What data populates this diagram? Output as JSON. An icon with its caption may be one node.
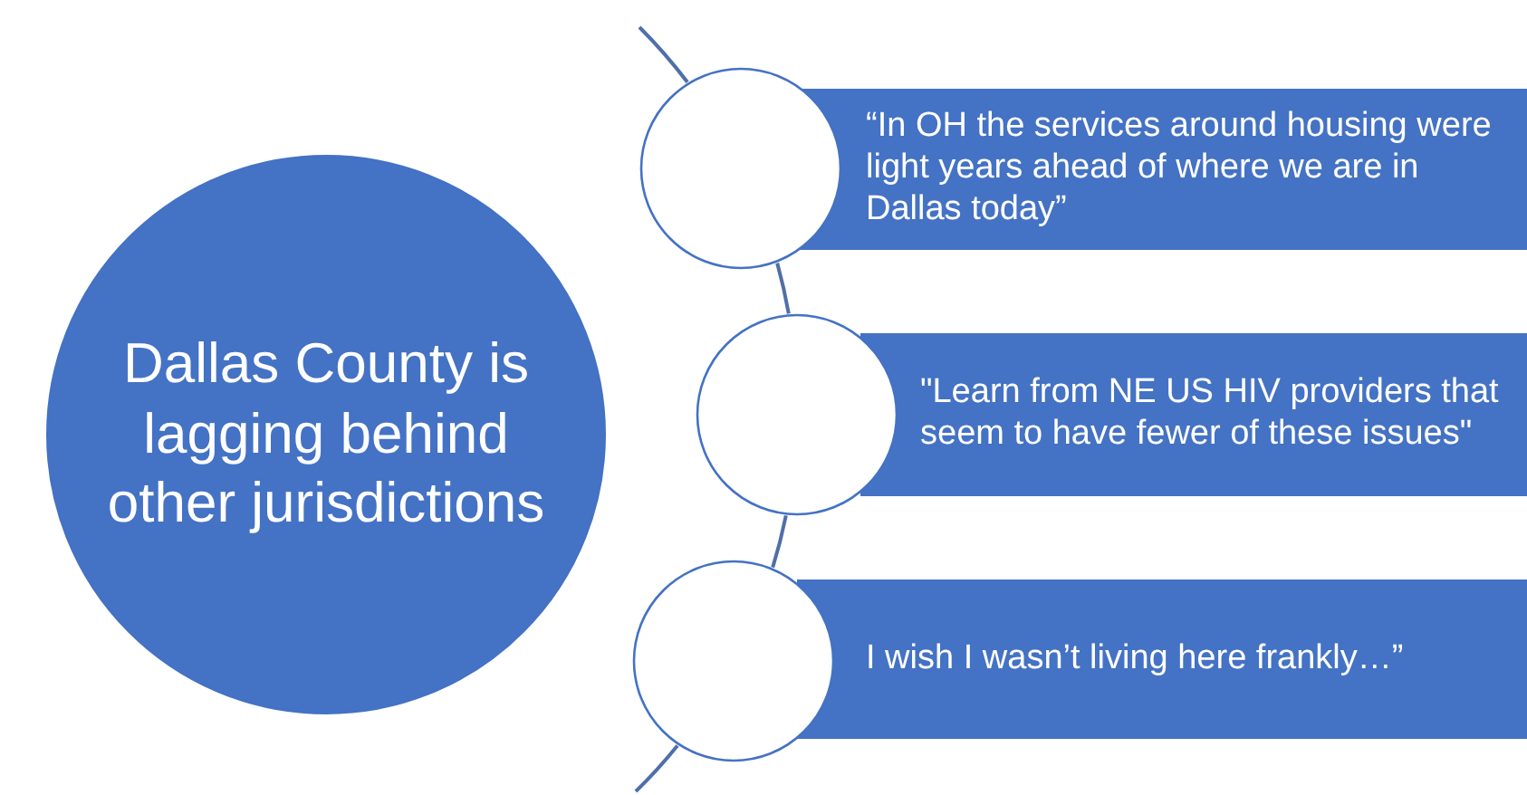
{
  "diagram": {
    "nodes": [
      {
        "text": [
          "Dallas County is lagging behind other jurisdictions"
        ]
      },
      {
        "text": [],
        "shape": "circle"
      },
      {
        "text": [
          "“In OH the services around housing were light years ahead of where we are in Dallas today”"
        ]
      },
      {
        "text": [],
        "shape": "circle"
      },
      {
        "text": [
          "\"Learn from NE US HIV providers that seem to have fewer of these issues\""
        ]
      },
      {
        "text": [],
        "shape": "circle"
      },
      {
        "text": [
          "I wish I wasn’t living here frankly…”"
        ]
      }
    ],
    "edges": [
      {
        "from": null,
        "to": 1,
        "arrow": "none"
      },
      {
        "from": 1,
        "to": 3,
        "arrow": "none"
      },
      {
        "from": 3,
        "to": 5,
        "arrow": "none"
      },
      {
        "from": 5,
        "to": null,
        "arrow": "none"
      }
    ]
  }
}
